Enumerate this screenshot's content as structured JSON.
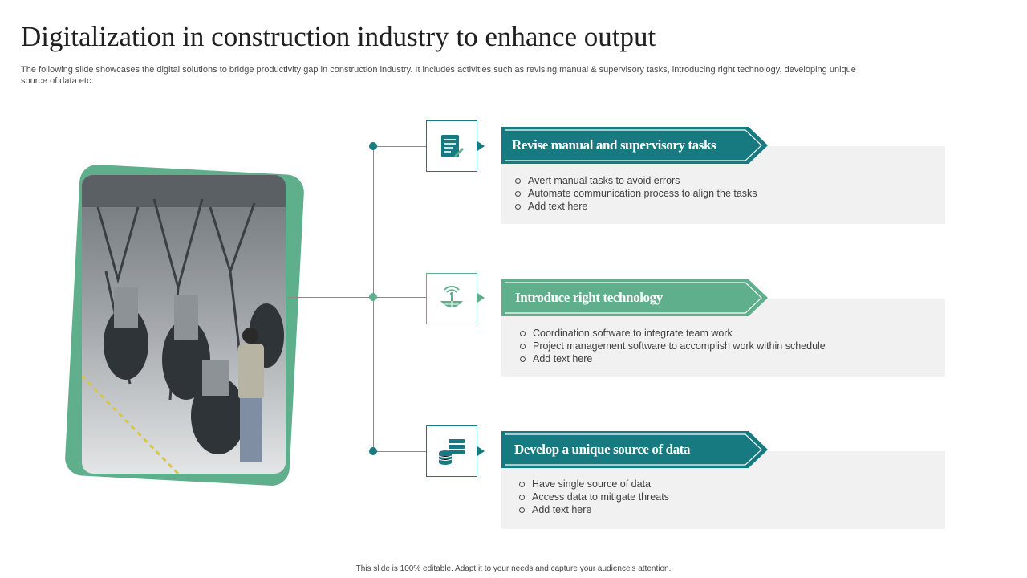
{
  "slide": {
    "title": "Digitalization in construction industry to enhance output",
    "subtitle": "The following slide showcases the digital solutions to bridge productivity gap in construction industry. It includes activities such as revising manual & supervisory tasks, introducing right technology, developing unique source of data etc.",
    "footer": "This slide is 100% editable.  Adapt it to your needs and capture your audience's attention."
  },
  "colors": {
    "teal": "#167a80",
    "green": "#5fae8c",
    "card": "#f1f1f1"
  },
  "steps": [
    {
      "heading": "Revise manual and supervisory tasks",
      "icon": "checklist-document-icon",
      "accent": "#167a80",
      "bullets": [
        "Avert  manual tasks to avoid  errors",
        "Automate communication process to align the tasks",
        "Add text here"
      ]
    },
    {
      "heading": "Introduce right technology",
      "icon": "signal-globe-icon",
      "accent": "#5fae8c",
      "bullets": [
        "Coordination  software  to integrate team work",
        "Project management  software  to accomplish work within schedule",
        "Add text here"
      ]
    },
    {
      "heading": "Develop a unique source of data",
      "icon": "database-servers-icon",
      "accent": "#167a80",
      "bullets": [
        "Have  single source of data",
        "Access data to mitigate threats",
        "Add text here"
      ]
    }
  ]
}
